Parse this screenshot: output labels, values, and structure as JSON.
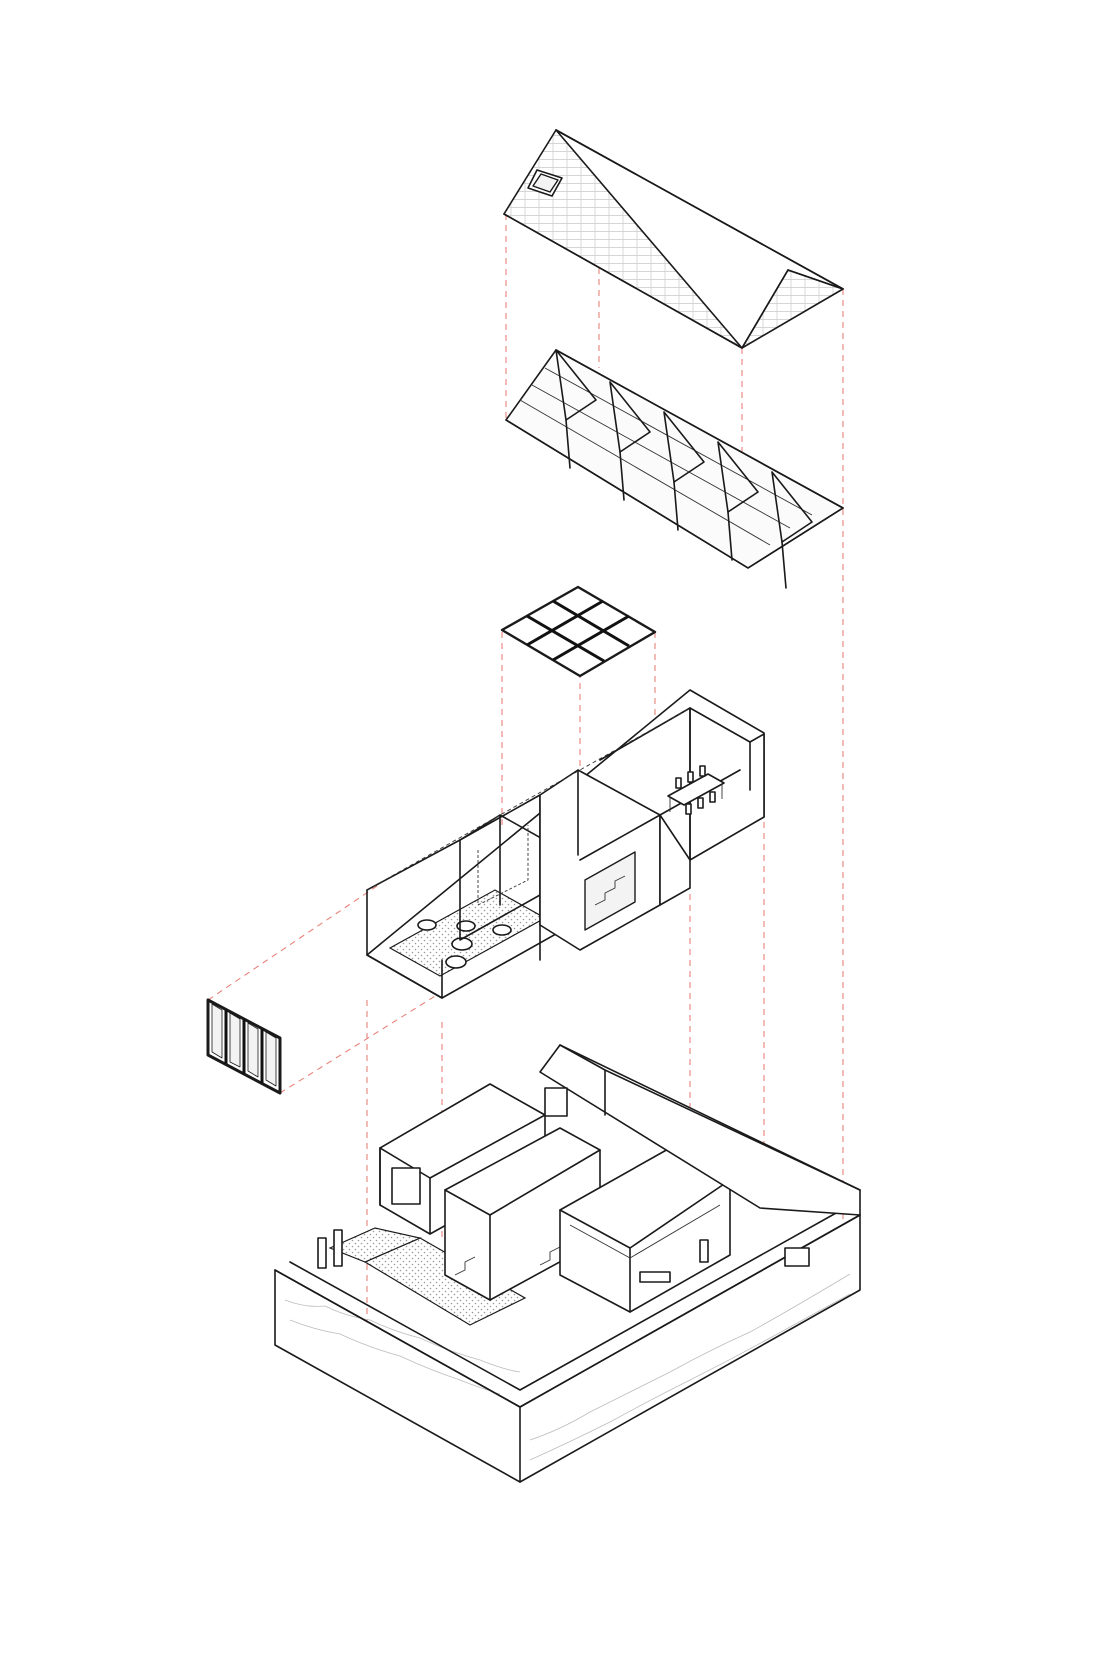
{
  "diagram": {
    "type": "exploded-axonometric",
    "labels": [],
    "components": [
      {
        "id": "roof-covering",
        "icon": "tiled-gable-roof-with-skylight"
      },
      {
        "id": "roof-structure",
        "icon": "timber-truss-roof-frame"
      },
      {
        "id": "skylight-grid",
        "icon": "3x3-glazed-grid"
      },
      {
        "id": "inserted-volume",
        "icon": "box-frame-volume"
      },
      {
        "id": "glazed-door-panel",
        "icon": "three-panel-glazed-door"
      },
      {
        "id": "existing-house-base",
        "icon": "courtyard-house-base"
      }
    ],
    "colors": {
      "line": "#1a1a1a",
      "guide": "#e8837a",
      "background": "#ffffff",
      "hatch": "#9a9a9a"
    }
  }
}
